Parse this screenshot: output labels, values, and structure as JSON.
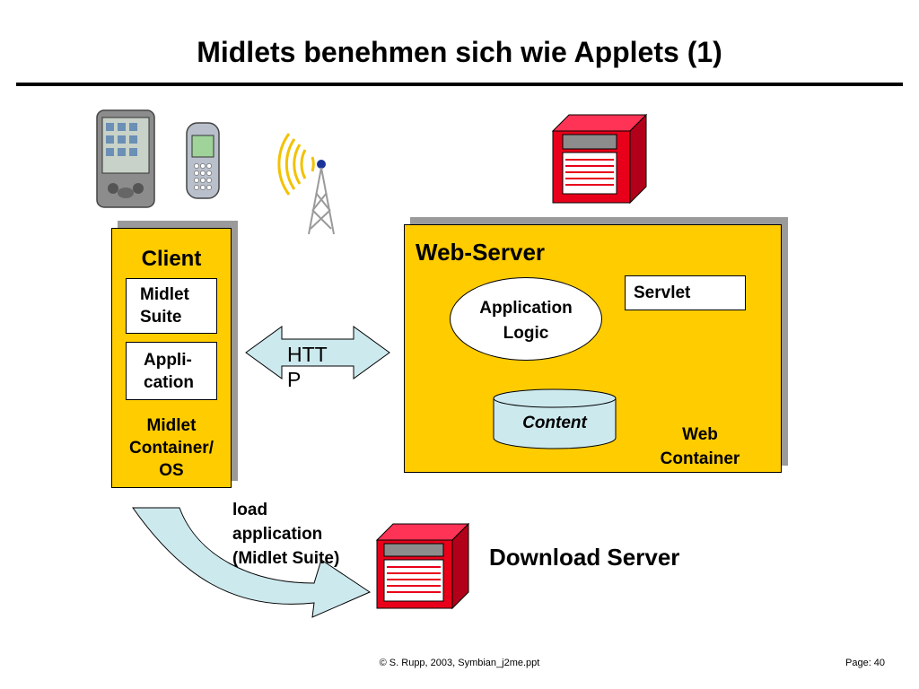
{
  "slide": {
    "title": "Midlets benehmen sich wie Applets (1)"
  },
  "client": {
    "title": "Client",
    "midlet_suite": "Midlet\nSuite",
    "application": "Appli-\ncation",
    "container": "Midlet\nContainer/\nOS"
  },
  "protocol": {
    "label": "HTT\nP"
  },
  "web_server": {
    "title": "Web-Server",
    "application_logic": "Application\nLogic",
    "servlet": "Servlet",
    "content": "Content",
    "web_container": "Web\nContainer"
  },
  "download": {
    "load_label": "load\napplication\n(Midlet Suite)",
    "server_label": "Download Server"
  },
  "footer": {
    "copyright": "© S. Rupp, 2003, Symbian_j2me.ppt",
    "page": "Page: 40"
  },
  "colors": {
    "box_fill": "#ffcc00",
    "arrow_fill": "#cce9ee",
    "server_red": "#e8001a"
  }
}
